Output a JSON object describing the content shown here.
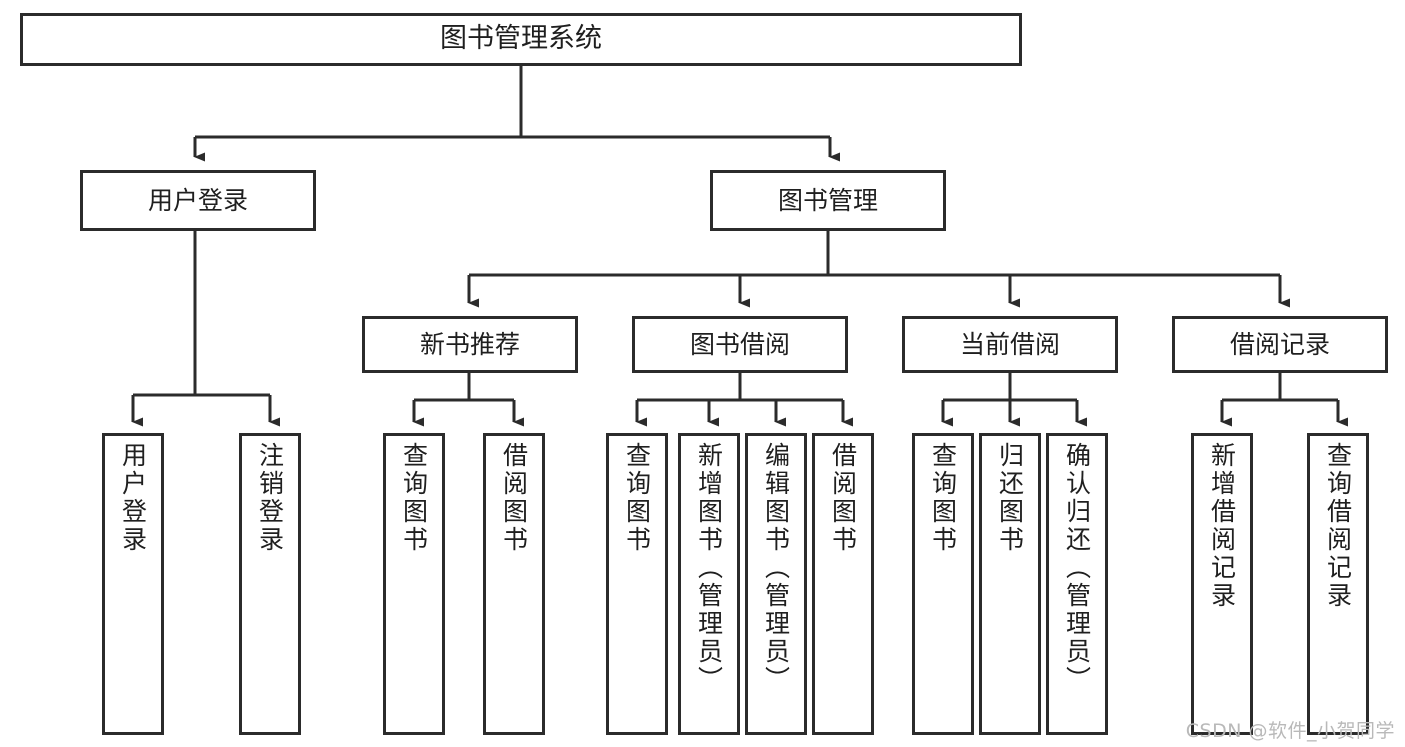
{
  "diagram": {
    "title": "图书管理系统",
    "type": "tree-hierarchy",
    "stroke_color": "#2b2b2b",
    "fill_color": "#ffffff",
    "text_color": "#1f1f1f",
    "nodes": {
      "root": {
        "label": "图书管理系统"
      },
      "level1": [
        {
          "label": "用户登录"
        },
        {
          "label": "图书管理"
        }
      ],
      "level2": [
        {
          "label": "新书推荐"
        },
        {
          "label": "图书借阅"
        },
        {
          "label": "当前借阅"
        },
        {
          "label": "借阅记录"
        }
      ],
      "leaves": {
        "user_login": [
          {
            "label": "用户登录"
          },
          {
            "label": "注销登录"
          }
        ],
        "new_book_recommend": [
          {
            "label": "查询图书"
          },
          {
            "label": "借阅图书"
          }
        ],
        "book_borrow": [
          {
            "label": "查询图书"
          },
          {
            "label": "新增图书（管理员）"
          },
          {
            "label": "编辑图书（管理员）"
          },
          {
            "label": "借阅图书"
          }
        ],
        "current_borrow": [
          {
            "label": "查询图书"
          },
          {
            "label": "归还图书"
          },
          {
            "label": "确认归还（管理员）"
          }
        ],
        "borrow_record": [
          {
            "label": "新增借阅记录"
          },
          {
            "label": "查询借阅记录"
          }
        ]
      }
    }
  },
  "watermark": {
    "text": "CSDN @软件_小贺同学"
  }
}
